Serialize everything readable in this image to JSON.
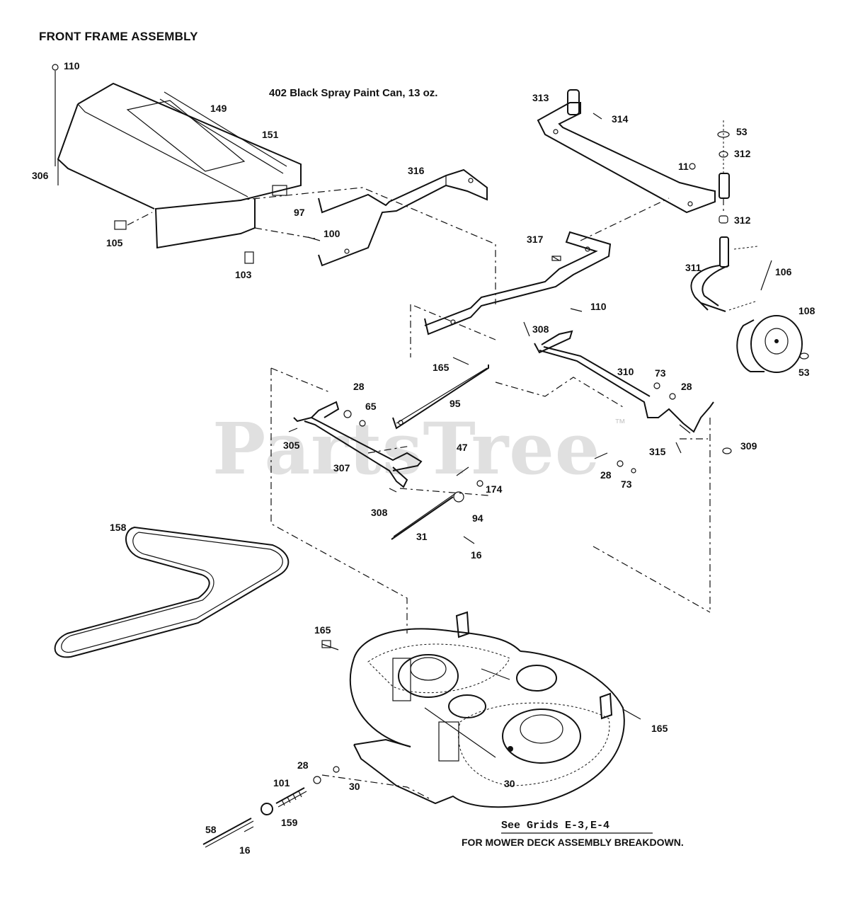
{
  "title": "FRONT FRAME ASSEMBLY",
  "note": "402  Black Spray Paint Can, 13 oz.",
  "reference": {
    "line1": "See Grids E-3,E-4",
    "line2": "FOR MOWER DECK ASSEMBLY BREAKDOWN."
  },
  "watermark": {
    "text": "PartsTree",
    "mark": "™"
  },
  "callouts": [
    "110",
    "149",
    "151",
    "306",
    "105",
    "97",
    "100",
    "103",
    "316",
    "313",
    "314",
    "53",
    "312",
    "11",
    "312",
    "317",
    "110",
    "311",
    "106",
    "108",
    "53",
    "308",
    "165",
    "310",
    "73",
    "28",
    "28",
    "65",
    "95",
    "305",
    "309",
    "315",
    "28",
    "73",
    "47",
    "307",
    "174",
    "308",
    "94",
    "31",
    "16",
    "158",
    "165",
    "165",
    "28",
    "101",
    "30",
    "30",
    "159",
    "58",
    "16"
  ],
  "parts": [
    {
      "name": "front-hood-shield",
      "callouts": [
        "149",
        "151",
        "306"
      ]
    },
    {
      "name": "front-axle-bracket",
      "callouts": [
        "313",
        "314"
      ]
    },
    {
      "name": "gauge-wheel",
      "callouts": [
        "108",
        "311",
        "106"
      ]
    },
    {
      "name": "lift-link-bracket",
      "callouts": [
        "316",
        "317"
      ]
    },
    {
      "name": "front-lift-rod",
      "callouts": [
        "310",
        "309",
        "315"
      ]
    },
    {
      "name": "rear-lift-rod",
      "callouts": [
        "307",
        "305",
        "308"
      ]
    },
    {
      "name": "drive-belt",
      "callouts": [
        "158"
      ]
    },
    {
      "name": "mower-deck",
      "callouts": [
        "165",
        "30"
      ]
    },
    {
      "name": "tension-spring",
      "callouts": [
        "101",
        "159",
        "58"
      ]
    }
  ]
}
